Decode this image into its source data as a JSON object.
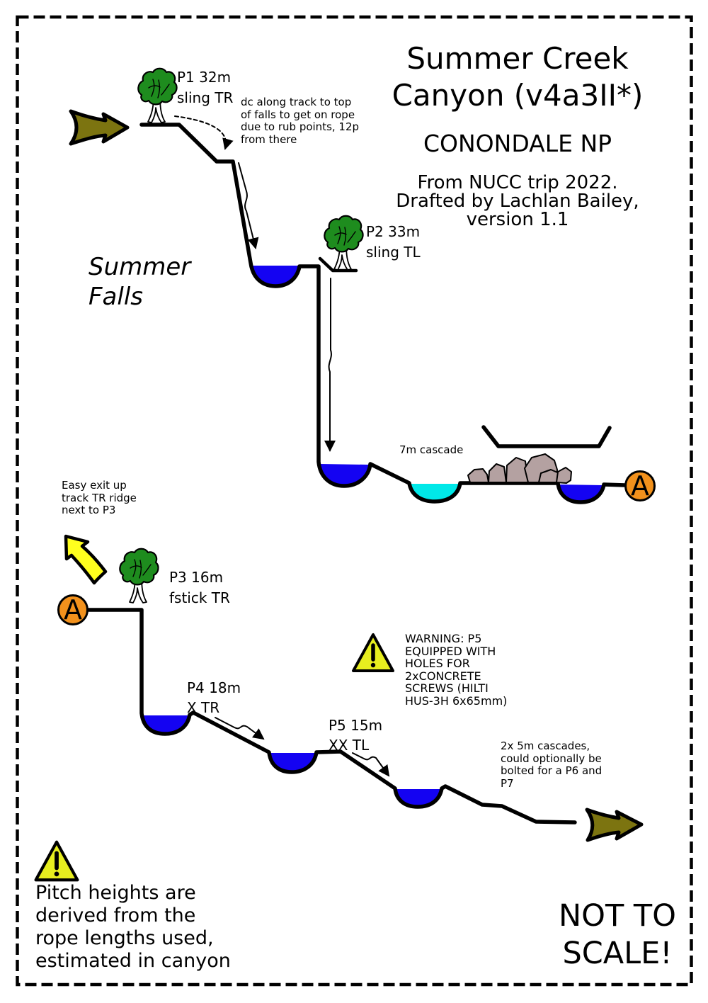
{
  "title": {
    "heading": "Summer Creek\nCanyon (v4a3II*)",
    "park": "CONONDALE NP",
    "credits": "From NUCC trip 2022.\nDrafted by Lachlan Bailey,\nversion 1.1"
  },
  "labels": {
    "falls_name": "Summer\nFalls",
    "p1": "P1 32m\nsling TR",
    "p1_note": "dc along track to top\nof falls to get on rope\ndue to rub points, 12p\nfrom there",
    "p2": "P2 33m\nsling TL",
    "cascade_7m": "7m cascade",
    "exit_note": "Easy exit up\ntrack TR ridge\nnext to P3",
    "p3": "P3 16m\nfstick TR",
    "p4": "P4 18m\nX TR",
    "p5": "P5 15m\nXX TL",
    "p5_warning": "WARNING: P5\nEQUIPPED WITH\nHOLES FOR\n2xCONCRETE\nSCREWS (HILTI\nHUS-3H 6x65mm)",
    "cascades_note": "2x 5m cascades,\ncould optionally be\nbolted for a P6 and\nP7",
    "heights_note": "Pitch heights are\nderived from the\nrope lengths used,\nestimated in canyon",
    "not_to_scale": "NOT TO\nSCALE!"
  },
  "connectors": {
    "a": "A"
  },
  "colors": {
    "ink": "#000000",
    "paper": "#ffffff",
    "pool_blue": "#1403f2",
    "pool_cyan": "#00e8e8",
    "tree_green": "#1e8c1e",
    "trunk_white": "#ffffff",
    "arrow_olive": "#7c7410",
    "exit_arrow_yellow": "#ffff1e",
    "warning_yellow": "#e7ee1f",
    "connector_orange": "#f2911c",
    "rock_grey": "#b4a1a1"
  }
}
